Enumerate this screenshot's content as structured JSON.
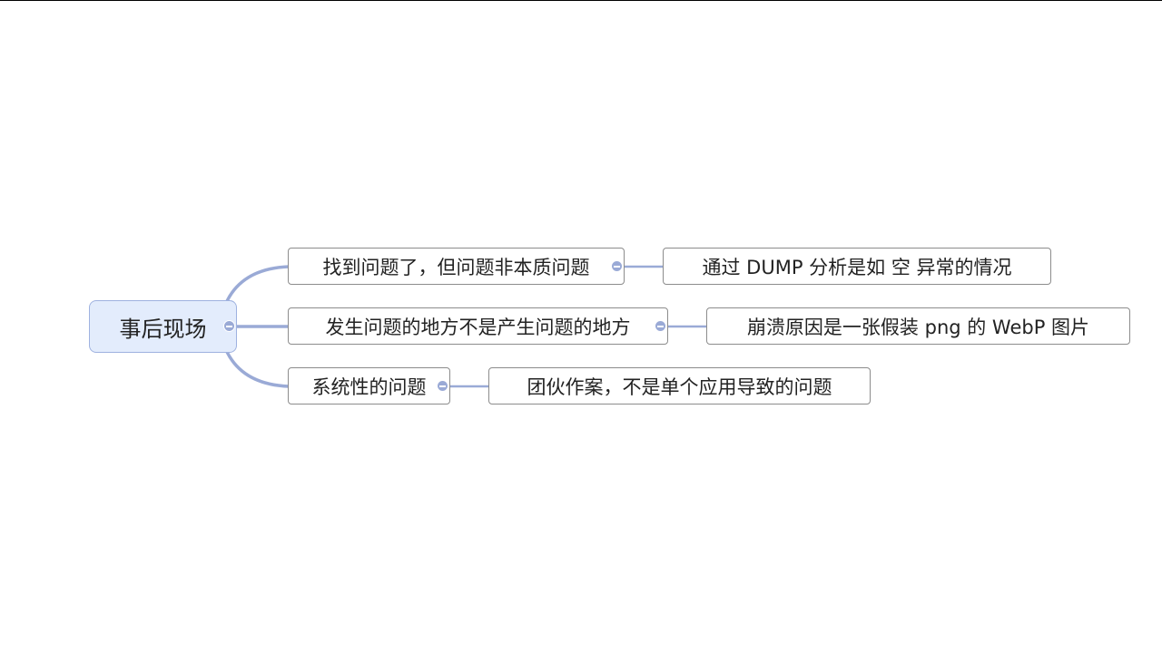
{
  "root": {
    "label": "事后现场"
  },
  "branches": [
    {
      "label": "找到问题了，但问题非本质问题",
      "child": "通过 DUMP 分析是如 空 异常的情况"
    },
    {
      "label": "发生问题的地方不是产生问题的地方",
      "child": "崩溃原因是一张假装 png 的 WebP 图片"
    },
    {
      "label": "系统性的问题",
      "child": "团伙作案，不是单个应用导致的问题"
    }
  ],
  "colors": {
    "link": "#9aaad6",
    "root_fill": "#e3ecfc",
    "root_border": "#9fb2e0"
  }
}
